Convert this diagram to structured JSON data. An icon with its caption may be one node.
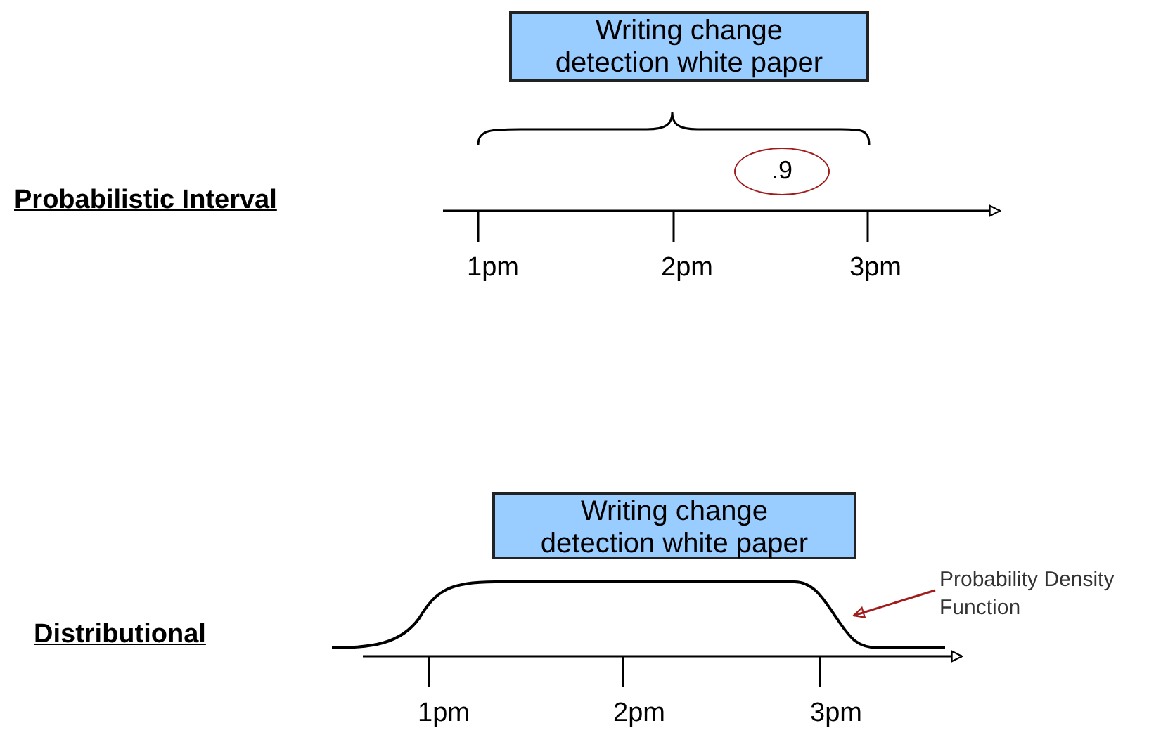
{
  "diagram": {
    "nodes": [
      {
        "text": [
          "Writing change detection white paper"
        ]
      },
      {
        "text": [
          ".9"
        ]
      },
      {
        "text": [
          "Writing change detection white paper"
        ]
      },
      {
        "text": [
          "Probability Density Function"
        ]
      },
      {
        "text": [],
        "shape": "curve"
      }
    ],
    "edges": [
      {
        "from": 3,
        "to": 4,
        "arrow": "to",
        "color": "#a01c1c"
      }
    ],
    "labels": [
      "Probabilistic Interval",
      "1pm",
      "2pm",
      "3pm",
      "Distributional",
      "1pm",
      "2pm",
      "3pm"
    ]
  }
}
